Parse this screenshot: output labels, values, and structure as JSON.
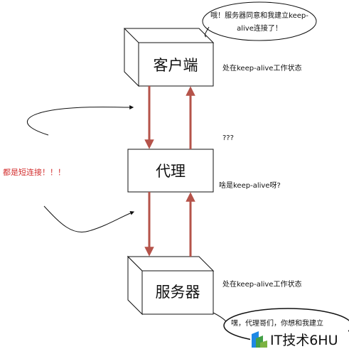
{
  "nodes": {
    "client": {
      "label": "客户端"
    },
    "proxy": {
      "label": "代理"
    },
    "server": {
      "label": "服务器"
    }
  },
  "annotations": {
    "client_state": "处在keep-alive工作状态",
    "question_marks": "???",
    "proxy_question": "啥是keep-alive呀?",
    "server_state": "处在keep-alive工作状态",
    "short_connection": "都是短连接！！！"
  },
  "bubbles": {
    "client_line1": "哦！服务器同意和我建立keep-",
    "client_line2": "alive连接了！",
    "server_line1": "嘿，代理哥们，你想和我建立"
  },
  "watermark": {
    "text": "IT技术6HU"
  },
  "colors": {
    "arrow": "#b5534a",
    "red_text": "#d32f2f",
    "stroke": "#111111"
  }
}
